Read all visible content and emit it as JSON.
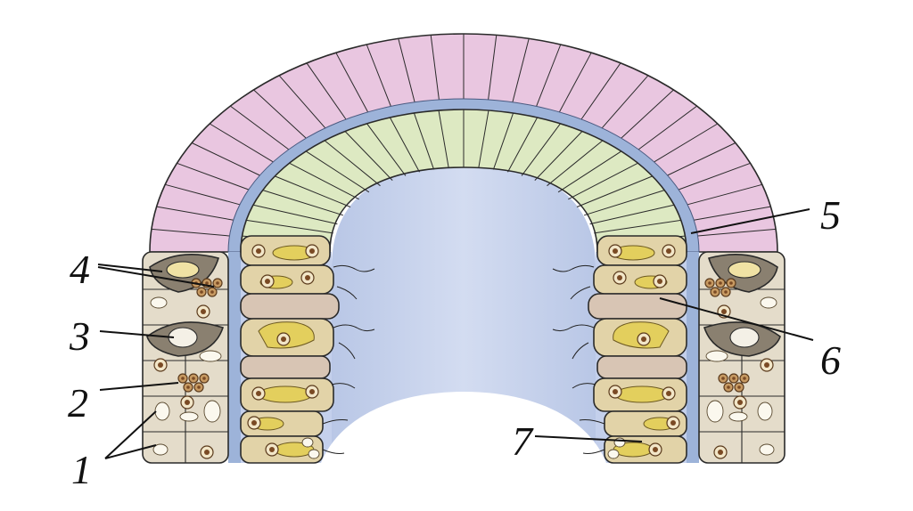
{
  "labels": {
    "l1": "1",
    "l2": "2",
    "l3": "3",
    "l4": "4",
    "l5": "5",
    "l6": "6",
    "l7": "7"
  },
  "colors": {
    "outer_layer": "#e9c6e0",
    "inner_layer": "#dde9c2",
    "cavity": "#c4d0ec",
    "membrane": "#9db3d9",
    "inner_cells": "#e2d3a8",
    "tan_cells": "#d8c5b4",
    "outer_cells": "#e4dcca",
    "nucleus": "#7a4a24",
    "yolk": "#e3cf5d",
    "dark_cell": "#8a8070"
  }
}
